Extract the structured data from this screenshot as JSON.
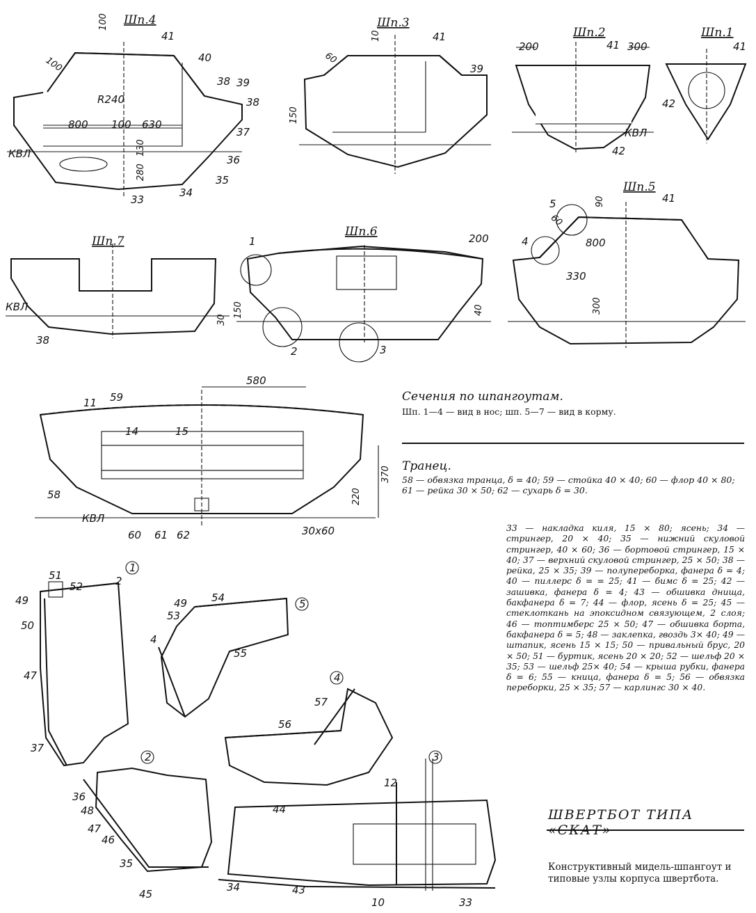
{
  "frames": {
    "f4": {
      "title": "Шп.4",
      "callouts": [
        "41",
        "40",
        "38",
        "39",
        "38",
        "37",
        "36",
        "35",
        "34",
        "33"
      ],
      "dims": [
        "100",
        "100",
        "R240",
        "800",
        "100",
        "630",
        "130",
        "280"
      ],
      "waterline": "КВЛ"
    },
    "f3": {
      "title": "Шп.3",
      "callouts": [
        "41",
        "39"
      ],
      "dims": [
        "10",
        "60",
        "150"
      ]
    },
    "f2": {
      "title": "Шп.2",
      "callouts": [
        "41",
        "42"
      ],
      "dims": [
        "200",
        "300"
      ],
      "waterline": "КВЛ"
    },
    "f1": {
      "title": "Шп.1",
      "callouts": [
        "41",
        "42"
      ]
    },
    "f7": {
      "title": "Шп.7",
      "callouts": [
        "38"
      ],
      "dims": [
        "30"
      ],
      "waterline": "КВЛ"
    },
    "f6": {
      "title": "Шп.6",
      "callouts": [
        "1",
        "2",
        "3"
      ],
      "dims": [
        "200",
        "150",
        "40"
      ]
    },
    "f5": {
      "title": "Шп.5",
      "callouts": [
        "41",
        "5",
        "4",
        "60"
      ],
      "dims": [
        "90",
        "800",
        "330",
        "300"
      ]
    },
    "transom": {
      "callouts": [
        "11",
        "59",
        "14",
        "15",
        "58",
        "60",
        "61",
        "62"
      ],
      "dims": [
        "580",
        "370",
        "220",
        "30x60"
      ],
      "waterline": "КВЛ"
    }
  },
  "details": {
    "d1": {
      "num": "1",
      "callouts": [
        "51",
        "52",
        "2",
        "49",
        "50",
        "47",
        "37"
      ]
    },
    "d2": {
      "num": "2",
      "callouts": [
        "36",
        "48",
        "47",
        "46",
        "35",
        "45"
      ]
    },
    "d5": {
      "num": "5",
      "callouts": [
        "49",
        "54",
        "53",
        "4",
        "55"
      ]
    },
    "d4": {
      "num": "4",
      "callouts": [
        "57",
        "56"
      ]
    },
    "d3": {
      "num": "3",
      "callouts": [
        "12",
        "44",
        "34",
        "43",
        "10",
        "33"
      ]
    }
  },
  "sections": {
    "heading": "Сечения по шпангоутам.",
    "text": "Шп. 1—4 — вид в нос; шп. 5—7 — вид в корму."
  },
  "transom_note": {
    "heading": "Транец.",
    "text": "58 — обвязка транца, δ = 40; 59 — стойка 40 × 40; 60 — флор 40 × 80; 61 — рейка 30 × 50; 62 — сухарь δ = 30."
  },
  "legend": "33 — накладка киля, 15 × 80; ясень; 34 — стрингер, 20 × 40; 35 — нижний скуловой стрингер, 40 × 60; 36 — бортовой стрингер, 15 × 40; 37 — верхний скуловой стрингер, 25 × 50; 38 — рейка, 25 × 35; 39 — полупереборка, фанера δ = 4; 40 — пиллерс δ = = 25; 41 — бимс δ = 25; 42 — зашивка, фанера δ = 4; 43 — обшивка днища, бакфанера δ = 7; 44 — флор, ясень δ = 25; 45 — стеклоткань на эпоксидном связующем, 2 слоя; 46 — топтимберс 25 × 50; 47 — обшивка борта, бакфанера δ = 5; 48 — заклепка, гвоздь 3× 40; 49 — штапик, ясень 15 × 15; 50 — привальный брус, 20 × 50; 51 — буртик, ясень 20 × 20; 52 — шельф 20 × 35; 53 — шельф 25× 40; 54 — крыша рубки, фанера δ = 6; 55 — кница, фанера δ = 5; 56 — обвязка переборки, 25 × 35; 57 — карлингс 30 × 40.",
  "title": "ШВЕРТБОТ ТИПА «СКАТ»",
  "caption": "Конструктивный мидель-шпангоут и типовые узлы корпуса швертбота."
}
